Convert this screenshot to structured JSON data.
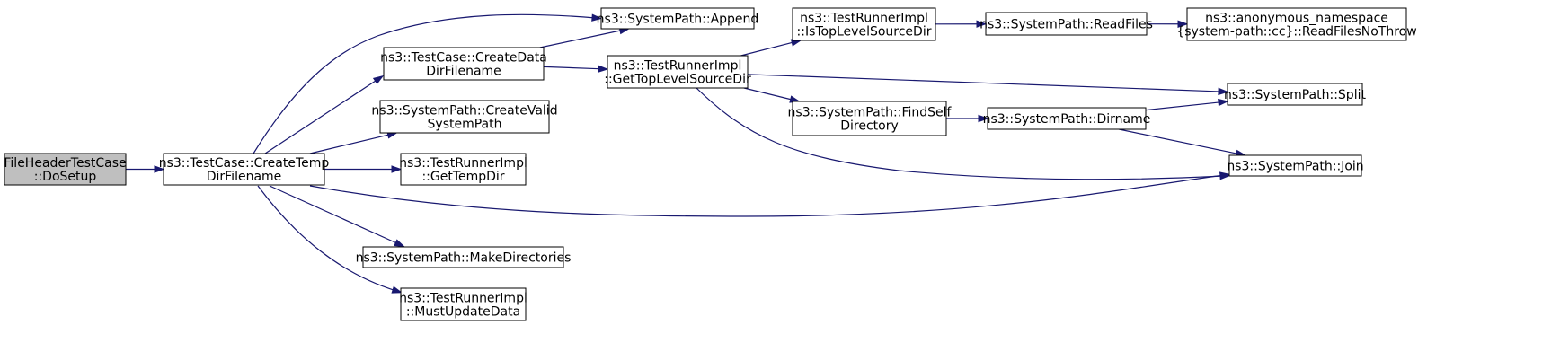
{
  "diagram": {
    "nodes": [
      {
        "id": "n0",
        "lines": [
          "FileHeaderTestCase",
          "::DoSetup"
        ],
        "highlighted": true
      },
      {
        "id": "n1",
        "lines": [
          "ns3::TestCase::CreateTemp",
          "DirFilename"
        ]
      },
      {
        "id": "n2",
        "lines": [
          "ns3::SystemPath::Append"
        ]
      },
      {
        "id": "n3",
        "lines": [
          "ns3::TestCase::CreateData",
          "DirFilename"
        ]
      },
      {
        "id": "n4",
        "lines": [
          "ns3::SystemPath::CreateValid",
          "SystemPath"
        ]
      },
      {
        "id": "n5",
        "lines": [
          "ns3::TestRunnerImpl",
          "::GetTempDir"
        ]
      },
      {
        "id": "n6",
        "lines": [
          "ns3::SystemPath::MakeDirectories"
        ]
      },
      {
        "id": "n7",
        "lines": [
          "ns3::TestRunnerImpl",
          "::MustUpdateData"
        ]
      },
      {
        "id": "n8",
        "lines": [
          "ns3::TestRunnerImpl",
          "::GetTopLevelSourceDir"
        ]
      },
      {
        "id": "n9",
        "lines": [
          "ns3::TestRunnerImpl",
          "::IsTopLevelSourceDir"
        ]
      },
      {
        "id": "n10",
        "lines": [
          "ns3::SystemPath::FindSelf",
          "Directory"
        ]
      },
      {
        "id": "n11",
        "lines": [
          "ns3::SystemPath::ReadFiles"
        ]
      },
      {
        "id": "n12",
        "lines": [
          "ns3::SystemPath::Dirname"
        ]
      },
      {
        "id": "n13",
        "lines": [
          "ns3::anonymous_namespace",
          "{system-path::cc}::ReadFilesNoThrow"
        ]
      },
      {
        "id": "n14",
        "lines": [
          "ns3::SystemPath::Split"
        ]
      },
      {
        "id": "n15",
        "lines": [
          "ns3::SystemPath::Join"
        ]
      }
    ],
    "edges": [
      {
        "from": "n0",
        "to": "n1"
      },
      {
        "from": "n1",
        "to": "n2"
      },
      {
        "from": "n1",
        "to": "n3"
      },
      {
        "from": "n1",
        "to": "n4"
      },
      {
        "from": "n1",
        "to": "n5"
      },
      {
        "from": "n1",
        "to": "n15"
      },
      {
        "from": "n1",
        "to": "n6"
      },
      {
        "from": "n1",
        "to": "n7"
      },
      {
        "from": "n3",
        "to": "n2"
      },
      {
        "from": "n3",
        "to": "n8"
      },
      {
        "from": "n8",
        "to": "n9"
      },
      {
        "from": "n8",
        "to": "n14"
      },
      {
        "from": "n8",
        "to": "n10"
      },
      {
        "from": "n8",
        "to": "n15"
      },
      {
        "from": "n9",
        "to": "n11"
      },
      {
        "from": "n11",
        "to": "n13"
      },
      {
        "from": "n10",
        "to": "n12"
      },
      {
        "from": "n12",
        "to": "n14"
      },
      {
        "from": "n12",
        "to": "n15"
      }
    ],
    "colors": {
      "highlight_fill": "#bfbfbf",
      "node_fill": "#ffffff",
      "edge": "#191970"
    }
  }
}
